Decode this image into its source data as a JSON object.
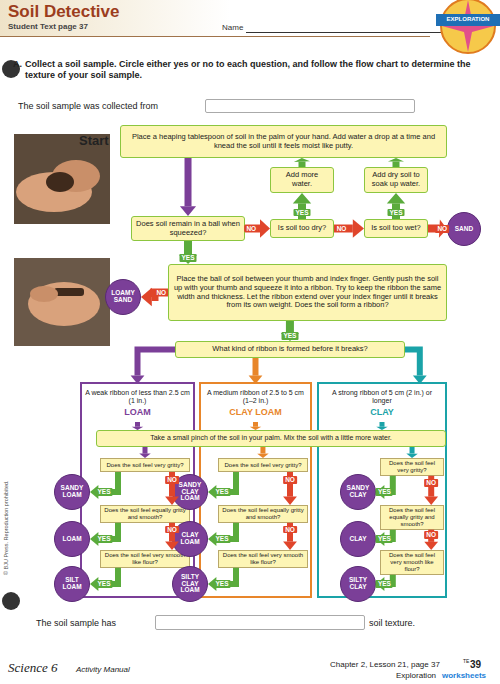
{
  "diagram": {
    "title": "Soil Detective",
    "nodes": [
      {
        "text": [
          "Place a heaping tablespoon of soil in the palm of your hand. Add water a drop at a time and knead the soil until it feels moist like putty."
        ]
      },
      {
        "text": [
          "Add more water."
        ]
      },
      {
        "text": [
          "Add dry soil to soak up water."
        ]
      },
      {
        "text": [
          "Does soil remain in a ball when squeezed?"
        ]
      },
      {
        "text": [
          "Is soil too dry?"
        ]
      },
      {
        "text": [
          "Is soil too wet?"
        ]
      },
      {
        "text": [
          "SAND"
        ]
      },
      {
        "text": [
          "LOAMY SAND"
        ]
      },
      {
        "text": [
          "Place the ball of soil between your thumb and index finger. Gently push the soil up with your thumb and squeeze it into a ribbon. Try to keep the ribbon the same width and thickness. Let the ribbon extend over your index finger until it breaks from its own weight. Does the soil form a ribbon?"
        ]
      },
      {
        "text": [
          "What kind of ribbon is formed before it breaks?"
        ]
      },
      {
        "text": [
          "A weak ribbon of less than 2.5 cm (1 in.)",
          "LOAM"
        ]
      },
      {
        "text": [
          "A medium ribbon of 2.5 to 5 cm (1–2 in.)",
          "CLAY LOAM"
        ]
      },
      {
        "text": [
          "A strong ribbon of 5 cm (2 in.) or longer",
          "CLAY"
        ]
      },
      {
        "text": [
          "Take a small pinch of the soil in your palm. Mix the soil with a little more water."
        ]
      },
      {
        "text": [
          "Does the soil feel very gritty?"
        ]
      },
      {
        "text": [
          "SANDY LOAM"
        ]
      },
      {
        "text": [
          "Does the soil feel equally gritty and smooth?"
        ]
      },
      {
        "text": [
          "LOAM"
        ]
      },
      {
        "text": [
          "Does the soil feel very smooth like flour?"
        ]
      },
      {
        "text": [
          "SILT LOAM"
        ]
      },
      {
        "text": [
          "Does the soil feel very gritty?"
        ]
      },
      {
        "text": [
          "SANDY CLAY LOAM"
        ]
      },
      {
        "text": [
          "Does the soil feel equally gritty and smooth?"
        ]
      },
      {
        "text": [
          "CLAY LOAM"
        ]
      },
      {
        "text": [
          "Does the soil feel very smooth like flour?"
        ]
      },
      {
        "text": [
          "SILTY CLAY LOAM"
        ]
      },
      {
        "text": [
          "Does the soil feel very gritty?"
        ]
      },
      {
        "text": [
          "SANDY CLAY"
        ]
      },
      {
        "text": [
          "Does the soil feel equally gritty and smooth?"
        ]
      },
      {
        "text": [
          "CLAY"
        ]
      },
      {
        "text": [
          "Does the soil feel very smooth like flour?"
        ]
      },
      {
        "text": [
          "SILTY CLAY"
        ]
      }
    ],
    "edges": [
      {
        "from": 0,
        "to": 3,
        "arrow": "to"
      },
      {
        "from": 3,
        "to": 4,
        "label": "NO",
        "arrow": "to"
      },
      {
        "from": 4,
        "to": 1,
        "label": "YES",
        "arrow": "to"
      },
      {
        "from": 4,
        "to": 5,
        "label": "NO",
        "arrow": "to"
      },
      {
        "from": 5,
        "to": 2,
        "label": "YES",
        "arrow": "to"
      },
      {
        "from": 5,
        "to": 6,
        "label": "NO",
        "arrow": "to"
      },
      {
        "from": 1,
        "to": 0,
        "arrow": "to"
      },
      {
        "from": 2,
        "to": 0,
        "arrow": "to"
      },
      {
        "from": 3,
        "to": 8,
        "label": "YES",
        "arrow": "to"
      },
      {
        "from": 8,
        "to": 7,
        "label": "NO",
        "arrow": "to"
      },
      {
        "from": 8,
        "to": 9,
        "label": "YES",
        "arrow": "to"
      },
      {
        "from": 9,
        "to": 10,
        "arrow": "to"
      },
      {
        "from": 9,
        "to": 11,
        "arrow": "to"
      },
      {
        "from": 9,
        "to": 12,
        "arrow": "to"
      },
      {
        "from": 10,
        "to": 13,
        "arrow": "to"
      },
      {
        "from": 11,
        "to": 13,
        "arrow": "to"
      },
      {
        "from": 12,
        "to": 13,
        "arrow": "to"
      },
      {
        "from": 13,
        "to": 14,
        "arrow": "to"
      },
      {
        "from": 13,
        "to": 20,
        "arrow": "to"
      },
      {
        "from": 13,
        "to": 26,
        "arrow": "to"
      },
      {
        "from": 14,
        "to": 15,
        "label": "YES",
        "arrow": "to"
      },
      {
        "from": 14,
        "to": 16,
        "label": "NO",
        "arrow": "to"
      },
      {
        "from": 16,
        "to": 17,
        "label": "YES",
        "arrow": "to"
      },
      {
        "from": 16,
        "to": 18,
        "label": "NO",
        "arrow": "to"
      },
      {
        "from": 18,
        "to": 19,
        "label": "YES",
        "arrow": "to"
      },
      {
        "from": 20,
        "to": 21,
        "label": "YES",
        "arrow": "to"
      },
      {
        "from": 20,
        "to": 22,
        "label": "NO",
        "arrow": "to"
      },
      {
        "from": 22,
        "to": 23,
        "label": "YES",
        "arrow": "to"
      },
      {
        "from": 22,
        "to": 24,
        "label": "NO",
        "arrow": "to"
      },
      {
        "from": 24,
        "to": 25,
        "label": "YES",
        "arrow": "to"
      },
      {
        "from": 26,
        "to": 27,
        "label": "YES",
        "arrow": "to"
      },
      {
        "from": 26,
        "to": 28,
        "label": "NO",
        "arrow": "to"
      },
      {
        "from": 28,
        "to": 29,
        "label": "YES",
        "arrow": "to"
      },
      {
        "from": 28,
        "to": 30,
        "label": "NO",
        "arrow": "to"
      },
      {
        "from": 30,
        "to": 31,
        "label": "YES",
        "arrow": "to"
      }
    ],
    "labels": [
      "Student Text page 37",
      "Name",
      "EXPLORATION",
      "A.",
      "Collect a soil sample. Circle either yes or no to each question, and follow the flow chart to determine the texture of your soil sample.",
      "The soil sample was collected from",
      "Start",
      "© BJU Press. Reproduction prohibited.",
      "The soil sample has",
      "soil texture.",
      "Science 6",
      "Activity Manual",
      "Chapter 2, Lesson 21, page 37",
      "Exploration",
      "TE",
      "39",
      "worksheets"
    ]
  }
}
